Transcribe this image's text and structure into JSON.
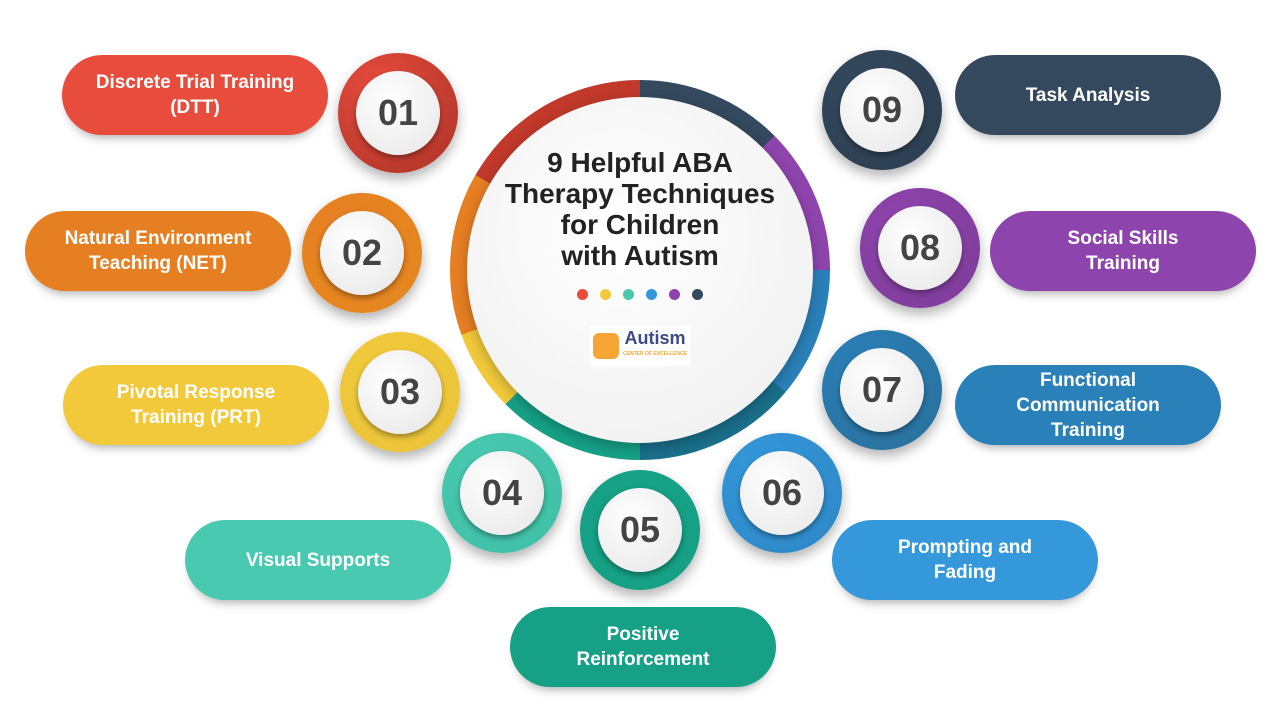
{
  "title": "9 Helpful ABA\nTherapy Techniques\nfor Children\nwith Autism",
  "dot_colors": [
    "#e84c3d",
    "#f1c93b",
    "#48c9b0",
    "#3498db",
    "#8e44ad",
    "#34495e"
  ],
  "logo": {
    "text": "Autism",
    "subtitle": "CENTER OF EXCELLENCE"
  },
  "techniques": [
    {
      "num": "01",
      "label": "Discrete Trial Training\n(DTT)",
      "color": "#e84c3d",
      "ring": "#a93226"
    },
    {
      "num": "02",
      "label": "Natural Environment\nTeaching (NET)",
      "color": "#e67e22",
      "ring": "#e58a1f"
    },
    {
      "num": "03",
      "label": "Pivotal Response\nTraining  (PRT)",
      "color": "#f1c93b",
      "ring": "#e9c33a"
    },
    {
      "num": "04",
      "label": "Visual Supports",
      "color": "#48c9b0",
      "ring": "#3fbfa6"
    },
    {
      "num": "05",
      "label": "Positive\nReinforcement",
      "color": "#16a085",
      "ring": "#16a085"
    },
    {
      "num": "06",
      "label": "Prompting and\nFading",
      "color": "#3498db",
      "ring": "#2f86c4"
    },
    {
      "num": "07",
      "label": "Functional\nCommunication\nTraining",
      "color": "#2a80b9",
      "ring": "#2a6f99"
    },
    {
      "num": "08",
      "label": "Social Skills\nTraining",
      "color": "#8e44ad",
      "ring": "#7d3c98"
    },
    {
      "num": "09",
      "label": "Task Analysis",
      "color": "#34495e",
      "ring": "#2c3e50"
    }
  ]
}
